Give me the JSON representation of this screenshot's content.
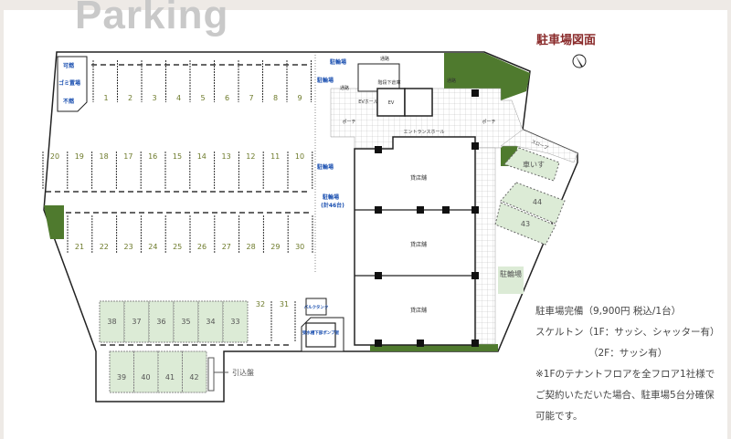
{
  "header": {
    "brand": "Parking",
    "plan_title": "駐車場図面"
  },
  "stalls": {
    "row_top": [
      "1",
      "2",
      "3",
      "4",
      "5",
      "6",
      "7",
      "8",
      "9"
    ],
    "row_mid": [
      "20",
      "19",
      "18",
      "17",
      "16",
      "15",
      "14",
      "13",
      "12",
      "11",
      "10"
    ],
    "row_low": [
      "21",
      "22",
      "23",
      "24",
      "25",
      "26",
      "27",
      "28",
      "29",
      "30"
    ],
    "row_green": [
      "38",
      "37",
      "36",
      "35",
      "34",
      "33"
    ],
    "row_extra": [
      "32",
      "31"
    ],
    "row_bottom": [
      "39",
      "40",
      "41",
      "42"
    ],
    "right": [
      "車いす",
      "44",
      "43"
    ]
  },
  "labels": {
    "garbage_burnable": "可燃",
    "garbage_area": "ゴミ置場",
    "garbage_nonburnable": "不燃",
    "bike_top": "駐輪場",
    "bike_mid": "駐輪場",
    "bike_main": "駐輪場",
    "bike_count": "(計46台)",
    "bike_right": "駐輪場",
    "passage_top": "通路",
    "passage_left": "通路",
    "passage_right": "通路",
    "storage": "階段下倉庫",
    "ev_hall": "EVホール",
    "ev": "EV",
    "porch_left": "ポーチ",
    "porch_right": "ポーチ",
    "entrance": "エントランスホール",
    "slope": "スロープ",
    "shop1": "貸店舗",
    "shop2": "貸店舗",
    "shop3": "貸店舗",
    "tank": "バルクタンク",
    "pump": "受水槽下部ポンプ室",
    "panel": "引込盤"
  },
  "notes": [
    "駐車場完備（9,900円 税込/1台）",
    "スケルトン（1F：サッシ、シャッター有）",
    "（2F：サッシ有）",
    "※1Fのテナントフロアを全フロア1社様で",
    "ご契約いただいた場合、駐車場5台分確保",
    "可能です。"
  ],
  "colors": {
    "green": "#4f7a2e",
    "stall_fill": "#dcebd6",
    "title": "#8a2b2b",
    "bike_label": "#1a4fb0"
  }
}
